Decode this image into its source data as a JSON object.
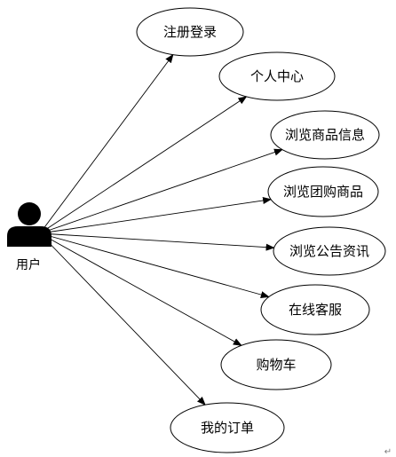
{
  "diagram": {
    "type": "use-case",
    "actor": {
      "name": "用户",
      "icon": "user-icon",
      "color": "#000000"
    },
    "use_cases": [
      {
        "id": "register-login",
        "label": "注册登录"
      },
      {
        "id": "personal-center",
        "label": "个人中心"
      },
      {
        "id": "browse-product-info",
        "label": "浏览商品信息"
      },
      {
        "id": "browse-group-buy",
        "label": "浏览团购商品"
      },
      {
        "id": "browse-announcements",
        "label": "浏览公告资讯"
      },
      {
        "id": "online-support",
        "label": "在线客服"
      },
      {
        "id": "shopping-cart",
        "label": "购物车"
      },
      {
        "id": "my-orders",
        "label": "我的订单"
      }
    ],
    "edges": [
      {
        "from": "actor",
        "to": "register-login"
      },
      {
        "from": "actor",
        "to": "personal-center"
      },
      {
        "from": "actor",
        "to": "browse-product-info"
      },
      {
        "from": "actor",
        "to": "browse-group-buy"
      },
      {
        "from": "actor",
        "to": "browse-announcements"
      },
      {
        "from": "actor",
        "to": "online-support"
      },
      {
        "from": "actor",
        "to": "shopping-cart"
      },
      {
        "from": "actor",
        "to": "my-orders"
      }
    ],
    "end_mark": "↵"
  }
}
